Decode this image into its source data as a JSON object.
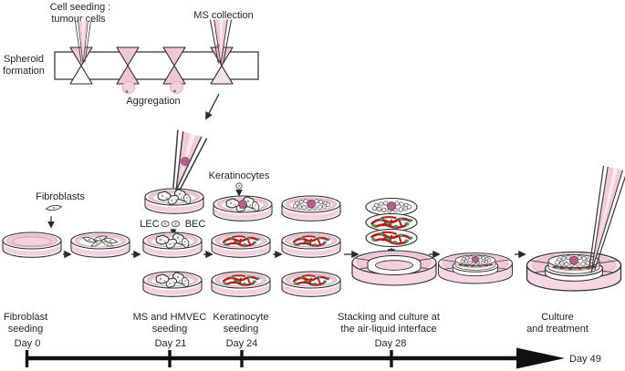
{
  "top_panel": {
    "cell_seeding_line1": "Cell seeding :",
    "cell_seeding_line2": "tumour cells",
    "ms_collection": "MS collection",
    "spheroid_line1": "Spheroid",
    "spheroid_line2": "formation",
    "aggregation": "Aggregation"
  },
  "workflow": {
    "fibroblasts": "Fibroblasts",
    "lec": "LEC",
    "bec": "BEC",
    "keratinocytes": "Keratinocytes"
  },
  "timeline": {
    "steps": [
      {
        "name_line1": "Fibroblast",
        "name_line2": "seeding",
        "day": "Day 0"
      },
      {
        "name_line1": "MS and HMVEC",
        "name_line2": "seeding",
        "day": "Day 21"
      },
      {
        "name_line1": "Keratinocyte",
        "name_line2": "seeding",
        "day": "Day 24"
      },
      {
        "name_line1": "Stacking and culture at",
        "name_line2": "the air-liquid interface",
        "day": "Day 28"
      },
      {
        "name_line1": "Culture",
        "name_line2": "and treatment",
        "day": ""
      }
    ],
    "end_label": "Day 49"
  },
  "colors": {
    "medium_pink": "#f2c8da",
    "rim_pink": "#fbedf3",
    "pipette_pink": "#f3c9db",
    "tumour_spheroid_mauve": "#b4608a",
    "vessel_red": "#b6201b",
    "cell_green": "#48a26c",
    "outline": "#2a2a2a",
    "timeline_black": "#111111"
  }
}
